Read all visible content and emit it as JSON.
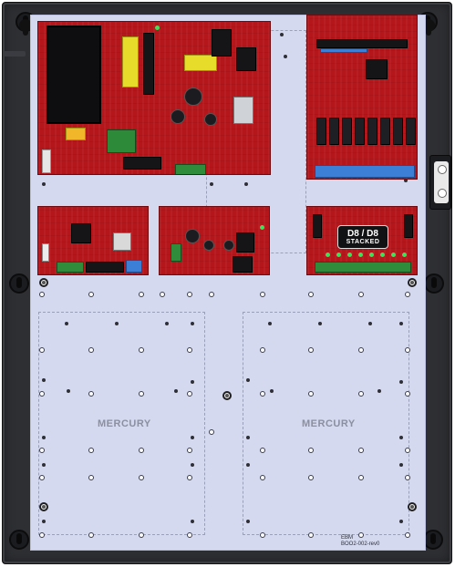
{
  "enclosure": {
    "backplate_color": "#d4d9ef",
    "board_color": "#b4161b"
  },
  "mounting_areas": [
    {
      "label": "MERCURY"
    },
    {
      "label": "MERCURY"
    }
  ],
  "boards": {
    "power_supply": {
      "name": "power-supply-board"
    },
    "relay_board": {
      "name": "relay-output-board"
    },
    "controller_board": {
      "name": "controller-board"
    },
    "power_distribution": {
      "name": "power-distribution-board"
    },
    "d8_board": {
      "name": "d8-stacked-board",
      "badge_line1": "D8 / D8",
      "badge_line2": "STACKED"
    }
  },
  "part_number": {
    "line1": "EBM",
    "line2": "BOO2-002-rev0"
  },
  "icons": [
    "corner-mount-icon",
    "keyhole-icon",
    "latch-icon",
    "standoff-icon"
  ]
}
